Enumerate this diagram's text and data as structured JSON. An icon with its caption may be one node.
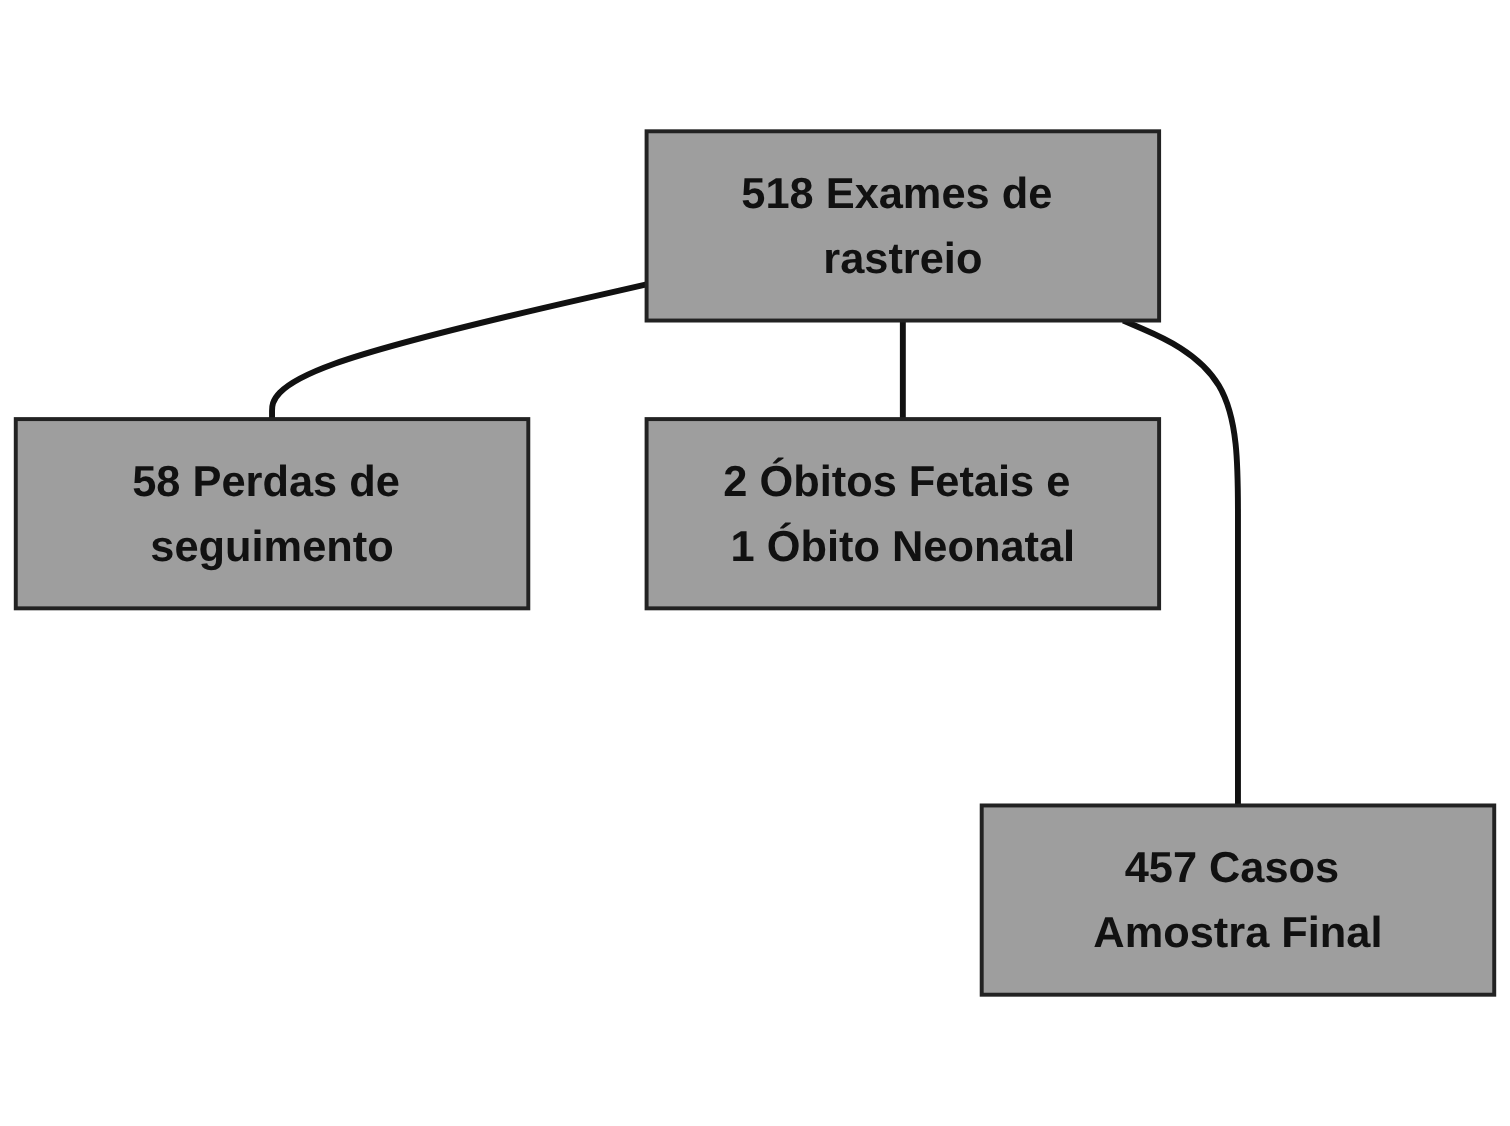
{
  "diagram": {
    "nodes": [
      {
        "text": [
          "518 Exames de rastreio"
        ]
      },
      {
        "text": [
          "58 Perdas de seguimento"
        ]
      },
      {
        "text": [
          "2 Óbitos Fetais e 1 Óbito Neonatal"
        ]
      },
      {
        "text": [
          "457 Casos Amostra Final"
        ]
      }
    ],
    "edges": [
      {
        "from": 0,
        "to": 1,
        "arrow": "none"
      },
      {
        "from": 0,
        "to": 2,
        "arrow": "none"
      },
      {
        "from": 0,
        "to": 3,
        "arrow": "none"
      }
    ]
  }
}
